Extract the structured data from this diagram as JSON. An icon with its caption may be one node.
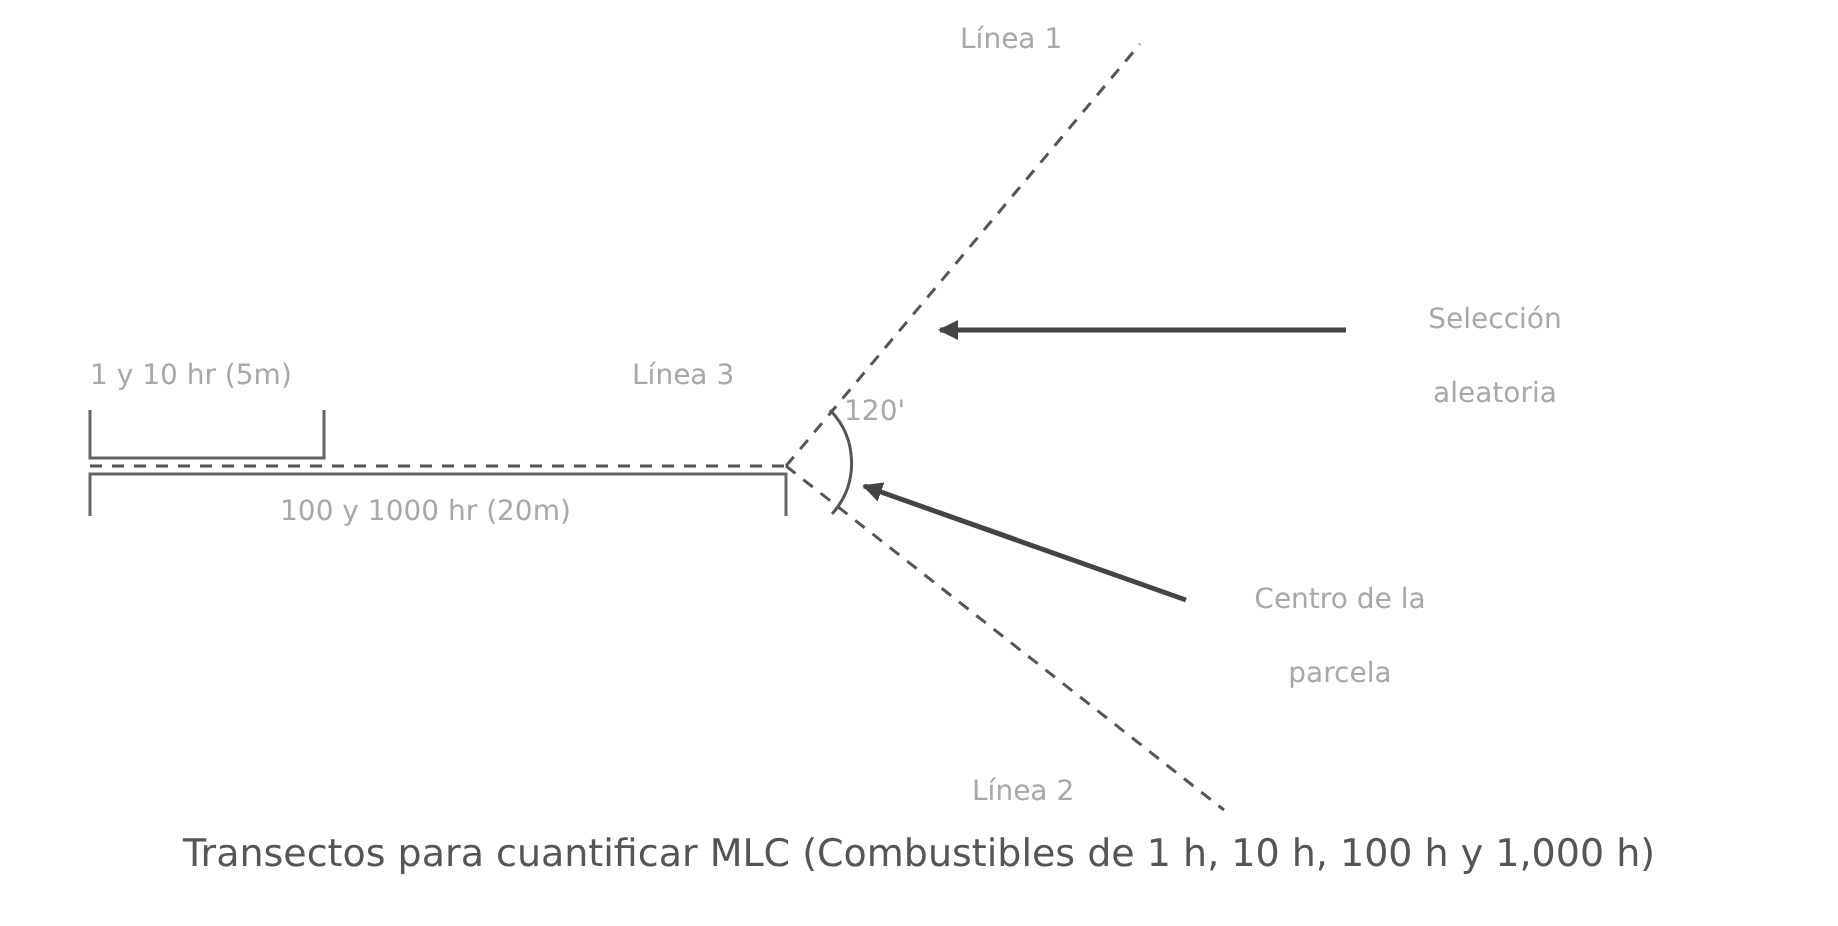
{
  "diagram": {
    "caption": "Transectos para cuantificar MLC (Combustibles de 1 h, 10 h, 100 h y 1,000 h)",
    "nodes": [
      {
        "text": [
          "Selección aleatoria"
        ]
      },
      {
        "text": [
          "Centro de la parcela"
        ]
      },
      {
        "text": [],
        "shape": "arc"
      }
    ],
    "edges": [
      {
        "from": 0,
        "to": null,
        "arrow": "to"
      },
      {
        "from": 1,
        "to": 2,
        "arrow": "to"
      }
    ],
    "labels": [
      "Línea 1",
      "1 y 10 hr (5m)",
      "Línea 3",
      "120'",
      "100 y 1000 hr (20m)",
      "Línea 2"
    ]
  }
}
